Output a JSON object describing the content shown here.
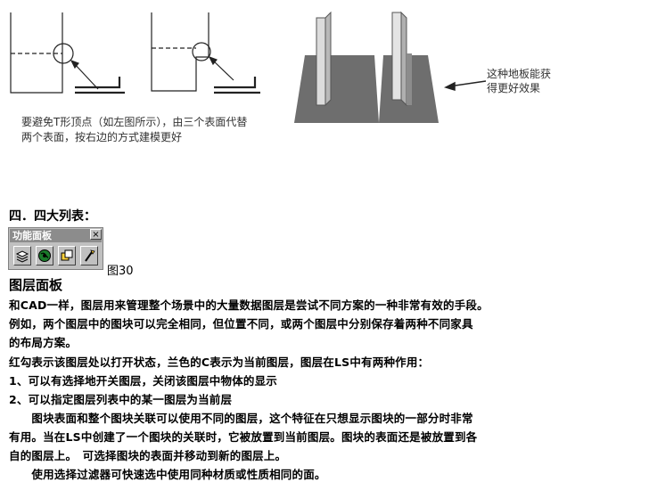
{
  "diagram": {
    "caption_lines": [
      "要避免T形顶点（如左图所示），由三个表面代替",
      "两个表面，按右边的方式建模更好"
    ],
    "note_lines": [
      "这种地板能获",
      "得更好效果"
    ]
  },
  "section_heading": "四．四大列表：",
  "panel": {
    "title": "功能面板",
    "close_glyph": "×",
    "buttons": [
      "layers-icon",
      "globe-icon",
      "blocks-icon",
      "wand-icon"
    ]
  },
  "figure_label": "图30",
  "sub_heading": "图层面板",
  "paragraph_lines": [
    "和CAD一样，图层用来管理整个场景中的大量数据图层是尝试不同方案的一种非常有效的手段。",
    "例如，两个图层中的图块可以完全相同，但位置不同，或两个图层中分别保存着两种不同家具",
    "的布局方案。",
    "红勾表示该图层处以打开状态，兰色的C表示为当前图层，图层在LS中有两种作用：",
    "1、可以有选择地开关图层，关闭该图层中物体的显示",
    "2、可以指定图层列表中的某一图层为当前层",
    "　　图块表面和整个图块关联可以使用不同的图层，这个特征在只想显示图块的一部分时非常",
    "有用。当在LS中创建了一个图块的关联时，它被放置到当前图层。图块的表面还是被放置到各",
    "自的图层上。　可选择图块的表面并移动到新的图层上。",
    "　　使用选择过滤器可快速选中使用同种材质或性质相同的面。"
  ]
}
